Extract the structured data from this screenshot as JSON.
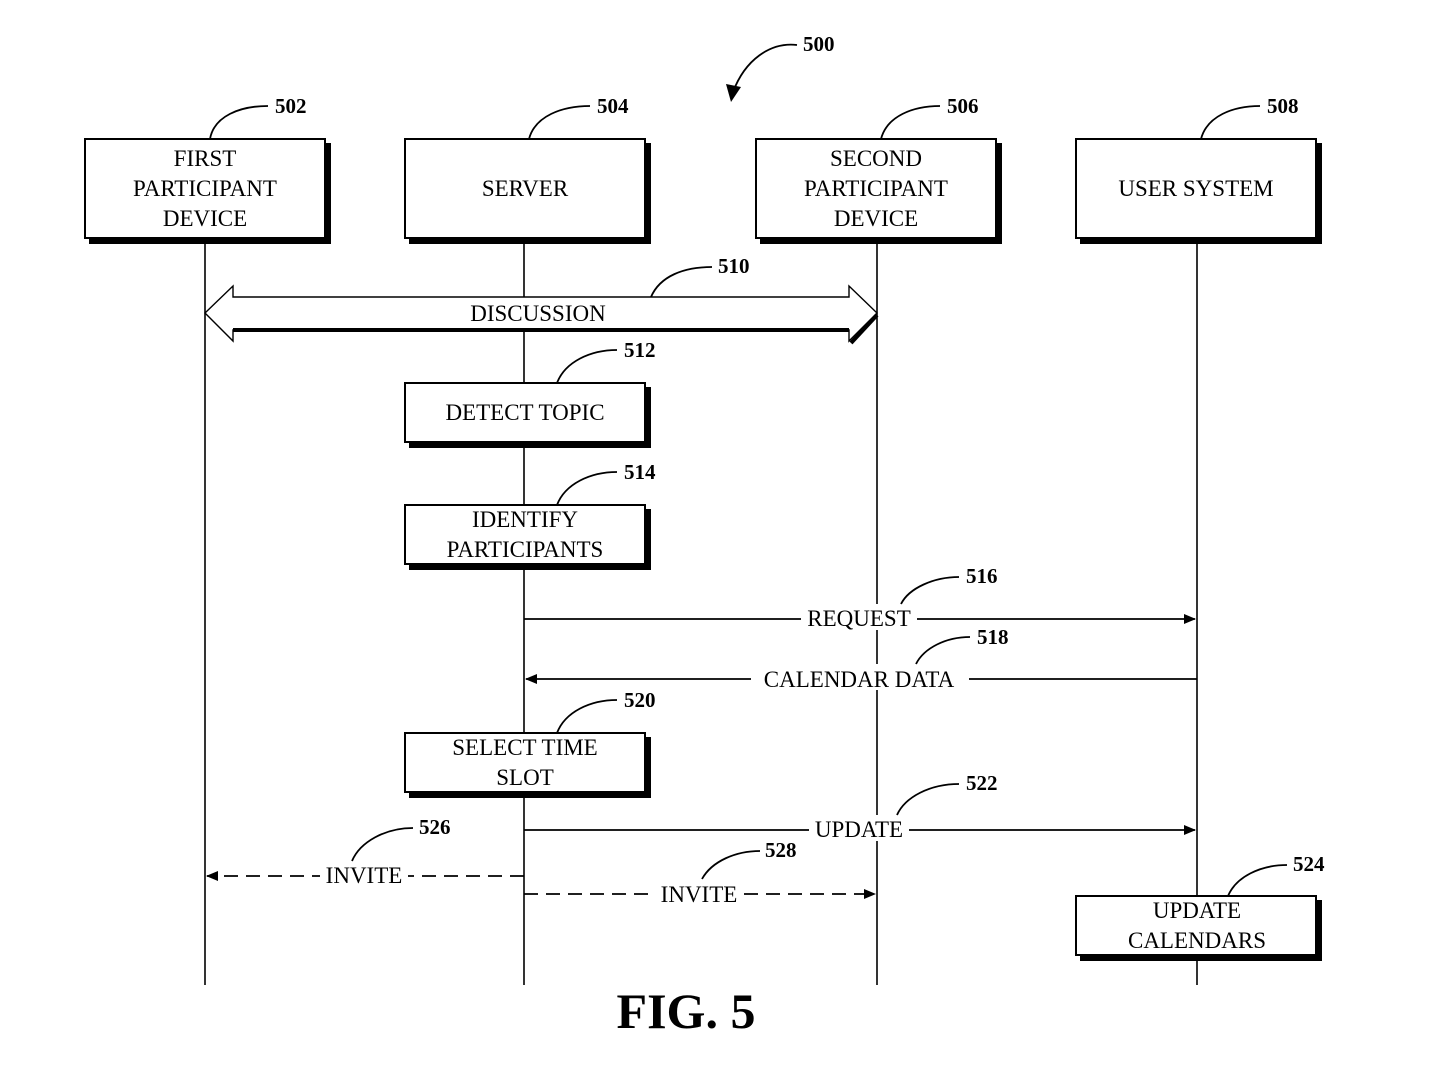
{
  "figure": {
    "number_ref": "500",
    "caption": "FIG. 5"
  },
  "actors": [
    {
      "ref": "502",
      "lines": [
        "FIRST",
        "PARTICIPANT",
        "DEVICE"
      ]
    },
    {
      "ref": "504",
      "lines": [
        "SERVER"
      ]
    },
    {
      "ref": "506",
      "lines": [
        "SECOND",
        "PARTICIPANT",
        "DEVICE"
      ]
    },
    {
      "ref": "508",
      "lines": [
        "USER SYSTEM"
      ]
    }
  ],
  "discussion": {
    "ref": "510",
    "label": "DISCUSSION"
  },
  "process_boxes": [
    {
      "ref": "512",
      "lines": [
        "DETECT TOPIC"
      ]
    },
    {
      "ref": "514",
      "lines": [
        "IDENTIFY",
        "PARTICIPANTS"
      ]
    },
    {
      "ref": "520",
      "lines": [
        "SELECT TIME",
        "SLOT"
      ]
    },
    {
      "ref": "524",
      "lines": [
        "UPDATE",
        "CALENDARS"
      ]
    }
  ],
  "messages": [
    {
      "ref": "516",
      "label": "REQUEST",
      "from": "SERVER",
      "to": "USER SYSTEM",
      "style": "solid"
    },
    {
      "ref": "518",
      "label": "CALENDAR DATA",
      "from": "USER SYSTEM",
      "to": "SERVER",
      "style": "solid"
    },
    {
      "ref": "522",
      "label": "UPDATE",
      "from": "SERVER",
      "to": "USER SYSTEM",
      "style": "solid"
    },
    {
      "ref": "526",
      "label": "INVITE",
      "from": "SERVER",
      "to": "FIRST PARTICIPANT DEVICE",
      "style": "dashed"
    },
    {
      "ref": "528",
      "label": "INVITE",
      "from": "SERVER",
      "to": "SECOND PARTICIPANT DEVICE",
      "style": "dashed"
    }
  ]
}
